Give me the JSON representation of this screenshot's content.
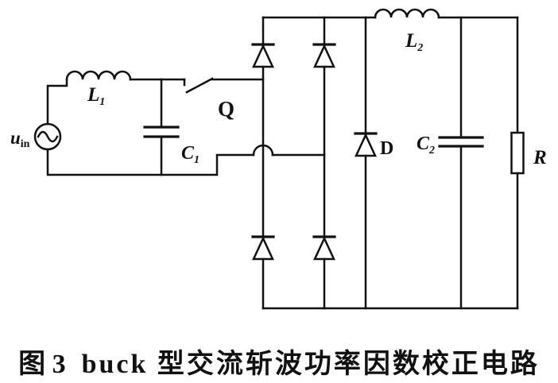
{
  "figure": {
    "caption": {
      "fig_label": "图 3",
      "title": "buck 型交流斩波功率因数校正电路"
    }
  },
  "components": {
    "source": {
      "label_base": "u",
      "label_sub": "in"
    },
    "inductor1": {
      "label_base": "L",
      "label_sub": "1"
    },
    "capacitor1": {
      "label_base": "C",
      "label_sub": "1"
    },
    "switch": {
      "label": "Q"
    },
    "diode": {
      "label": "D"
    },
    "inductor2": {
      "label_base": "L",
      "label_sub": "2"
    },
    "capacitor2": {
      "label_base": "C",
      "label_sub": "2"
    },
    "resistor": {
      "label": "R"
    }
  },
  "colors": {
    "ink": "#111111",
    "paper": "#ffffff"
  }
}
